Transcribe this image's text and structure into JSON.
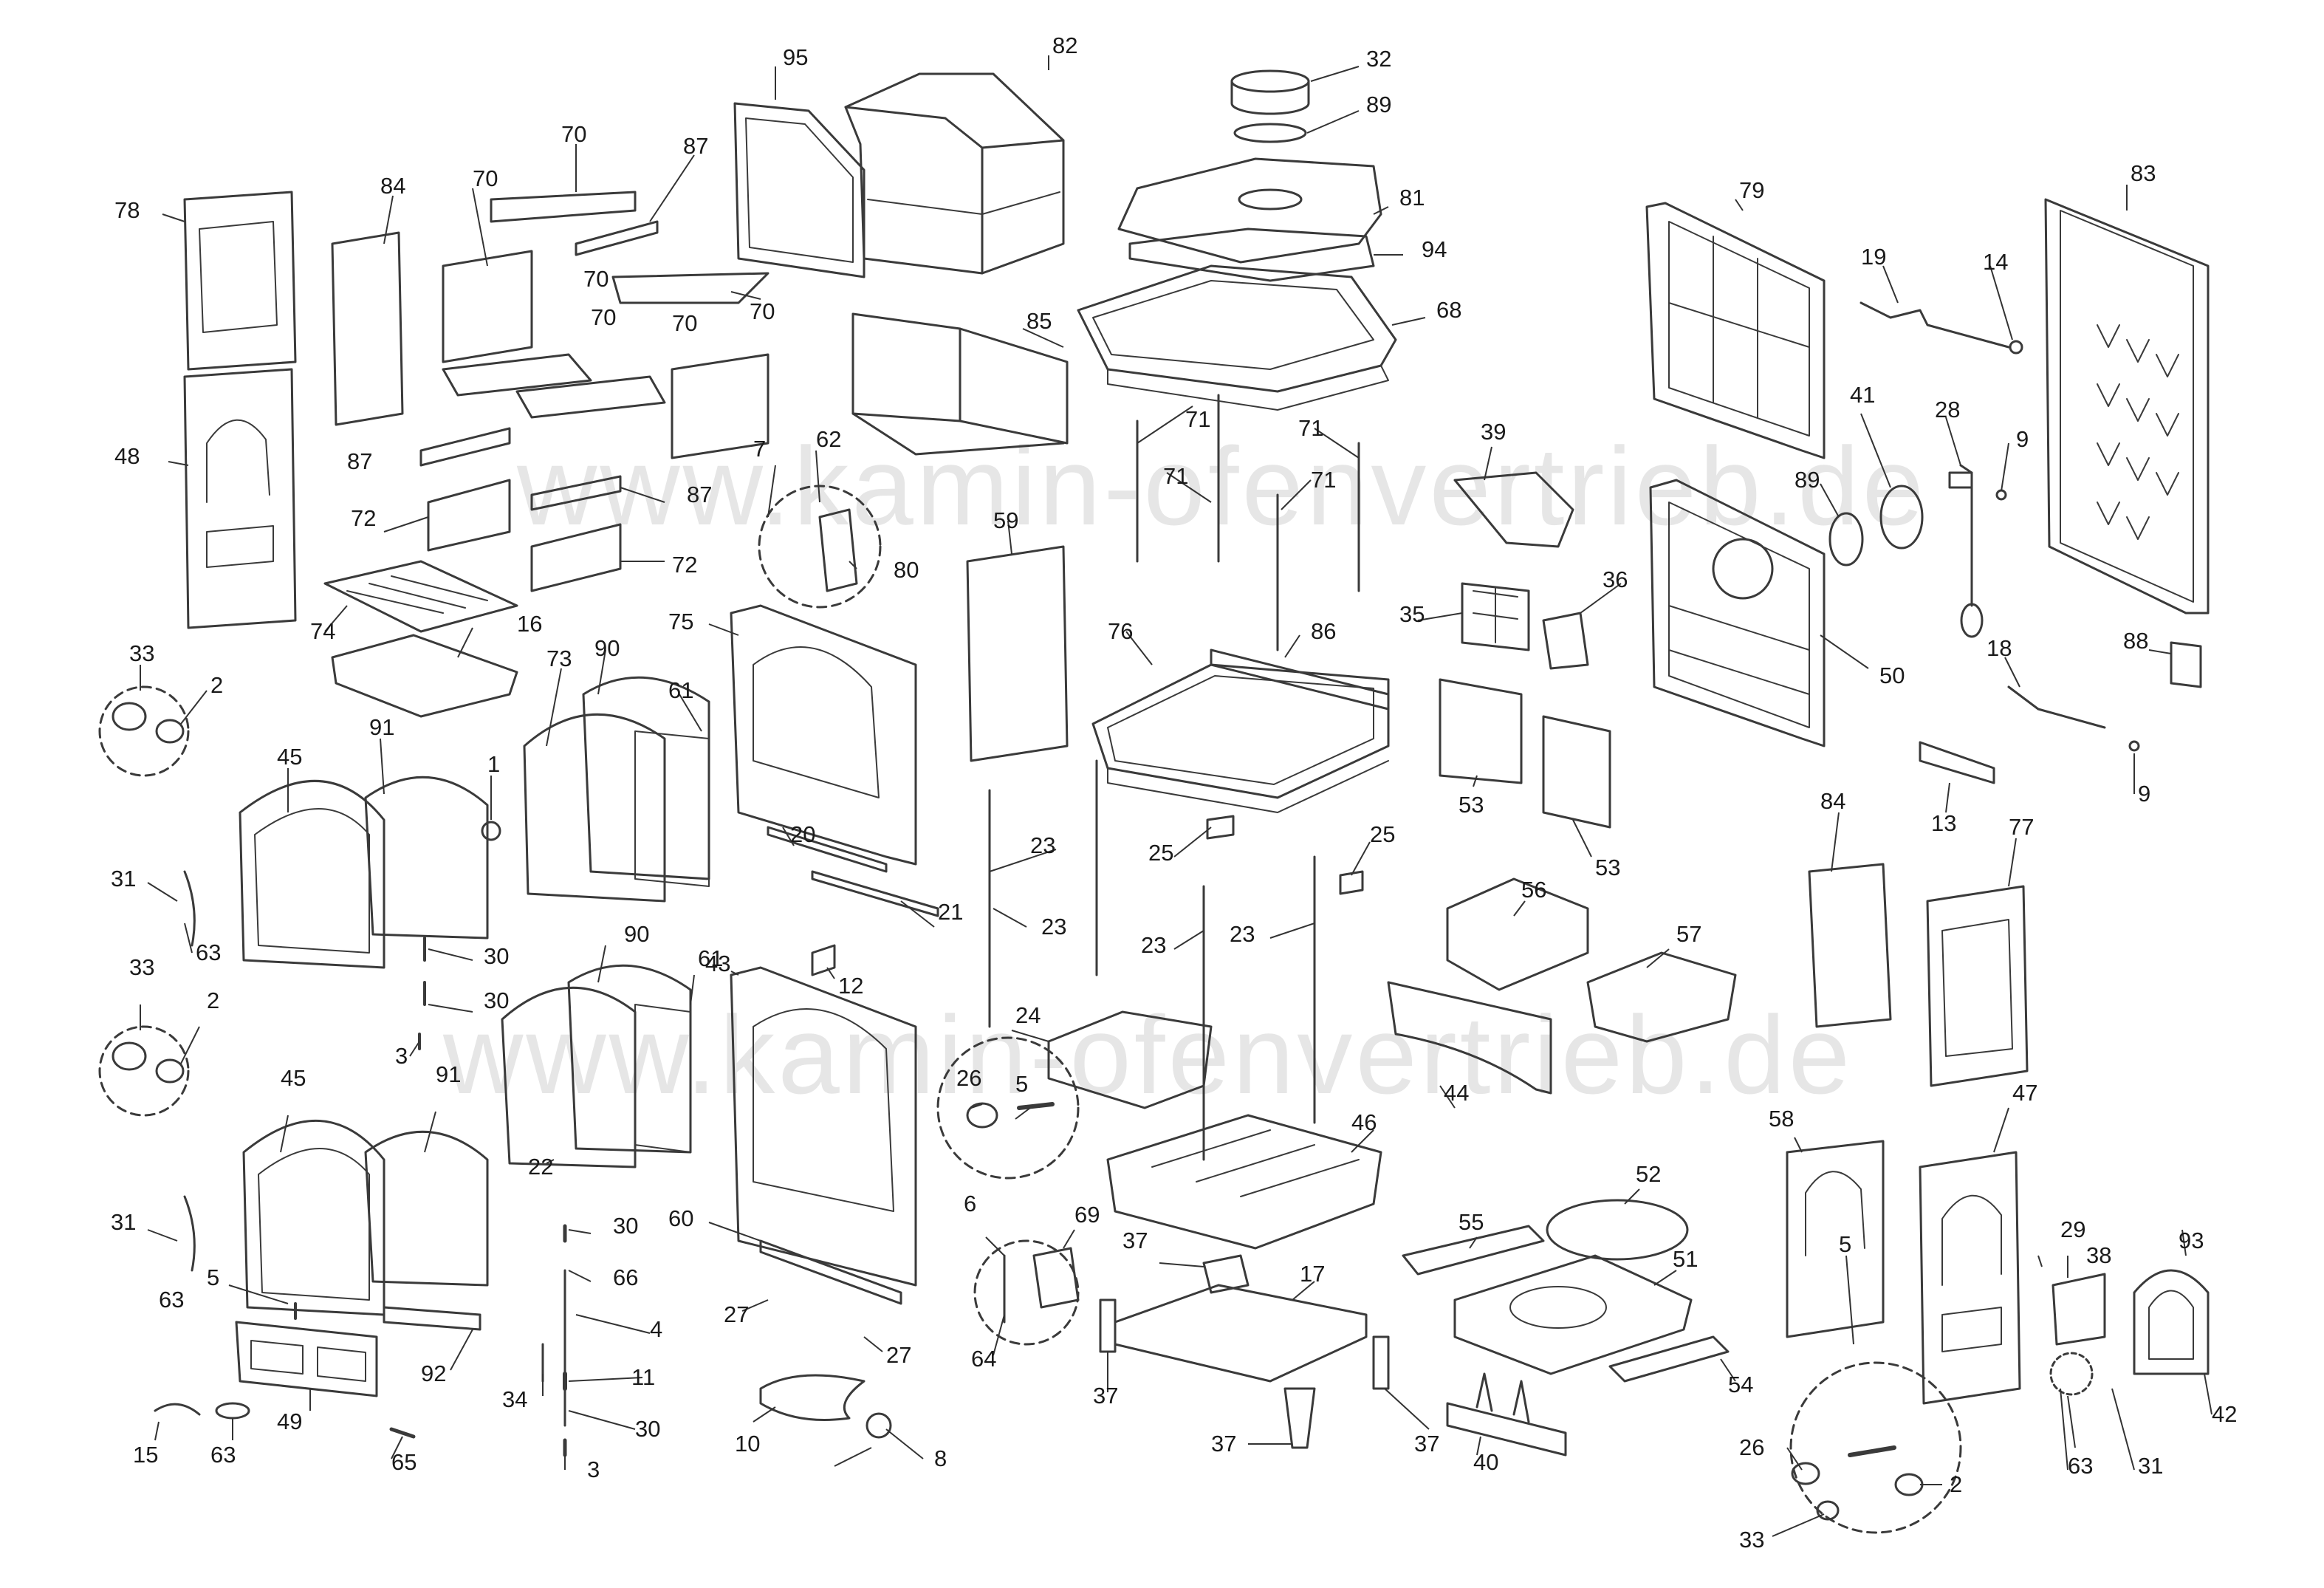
{
  "watermark": [
    "www.kamin-ofenvertrieb.de",
    "www.kamin-ofenvertrieb.de"
  ],
  "callouts": [
    {
      "id": "c-95",
      "text": "95"
    },
    {
      "id": "c-82",
      "text": "82"
    },
    {
      "id": "c-32",
      "text": "32"
    },
    {
      "id": "c-89a",
      "text": "89"
    },
    {
      "id": "c-81",
      "text": "81"
    },
    {
      "id": "c-94",
      "text": "94"
    },
    {
      "id": "c-68",
      "text": "68"
    },
    {
      "id": "c-79",
      "text": "79"
    },
    {
      "id": "c-83",
      "text": "83"
    },
    {
      "id": "c-19",
      "text": "19"
    },
    {
      "id": "c-14",
      "text": "14"
    },
    {
      "id": "c-78",
      "text": "78"
    },
    {
      "id": "c-84a",
      "text": "84"
    },
    {
      "id": "c-70a",
      "text": "70"
    },
    {
      "id": "c-70b",
      "text": "70"
    },
    {
      "id": "c-87a",
      "text": "87"
    },
    {
      "id": "c-70c",
      "text": "70"
    },
    {
      "id": "c-70d",
      "text": "70"
    },
    {
      "id": "c-70e",
      "text": "70"
    },
    {
      "id": "c-70f",
      "text": "70"
    },
    {
      "id": "c-85",
      "text": "85"
    },
    {
      "id": "c-48",
      "text": "48"
    },
    {
      "id": "c-87b",
      "text": "87"
    },
    {
      "id": "c-7",
      "text": "7"
    },
    {
      "id": "c-62",
      "text": "62"
    },
    {
      "id": "c-87c",
      "text": "87"
    },
    {
      "id": "c-72a",
      "text": "72"
    },
    {
      "id": "c-72b",
      "text": "72"
    },
    {
      "id": "c-80",
      "text": "80"
    },
    {
      "id": "c-71a",
      "text": "71"
    },
    {
      "id": "c-71b",
      "text": "71"
    },
    {
      "id": "c-71c",
      "text": "71"
    },
    {
      "id": "c-71d",
      "text": "71"
    },
    {
      "id": "c-59",
      "text": "59"
    },
    {
      "id": "c-39",
      "text": "39"
    },
    {
      "id": "c-41",
      "text": "41"
    },
    {
      "id": "c-28",
      "text": "28"
    },
    {
      "id": "c-9a",
      "text": "9"
    },
    {
      "id": "c-89b",
      "text": "89"
    },
    {
      "id": "c-74",
      "text": "74"
    },
    {
      "id": "c-16",
      "text": "16"
    },
    {
      "id": "c-75",
      "text": "75"
    },
    {
      "id": "c-76",
      "text": "76"
    },
    {
      "id": "c-86",
      "text": "86"
    },
    {
      "id": "c-35",
      "text": "35"
    },
    {
      "id": "c-36",
      "text": "36"
    },
    {
      "id": "c-50",
      "text": "50"
    },
    {
      "id": "c-18",
      "text": "18"
    },
    {
      "id": "c-88",
      "text": "88"
    },
    {
      "id": "c-33a",
      "text": "33"
    },
    {
      "id": "c-2a",
      "text": "2"
    },
    {
      "id": "c-90a",
      "text": "90"
    },
    {
      "id": "c-73",
      "text": "73"
    },
    {
      "id": "c-61a",
      "text": "61"
    },
    {
      "id": "c-91a",
      "text": "91"
    },
    {
      "id": "c-45a",
      "text": "45"
    },
    {
      "id": "c-1",
      "text": "1"
    },
    {
      "id": "c-9b",
      "text": "9"
    },
    {
      "id": "c-13",
      "text": "13"
    },
    {
      "id": "c-53a",
      "text": "53"
    },
    {
      "id": "c-53b",
      "text": "53"
    },
    {
      "id": "c-31a",
      "text": "31"
    },
    {
      "id": "c-20",
      "text": "20"
    },
    {
      "id": "c-21",
      "text": "21"
    },
    {
      "id": "c-23a",
      "text": "23"
    },
    {
      "id": "c-25a",
      "text": "25"
    },
    {
      "id": "c-25b",
      "text": "25"
    },
    {
      "id": "c-56",
      "text": "56"
    },
    {
      "id": "c-84b",
      "text": "84"
    },
    {
      "id": "c-77",
      "text": "77"
    },
    {
      "id": "c-63a",
      "text": "63"
    },
    {
      "id": "c-30a",
      "text": "30"
    },
    {
      "id": "c-23b",
      "text": "23"
    },
    {
      "id": "c-23c",
      "text": "23"
    },
    {
      "id": "c-23d",
      "text": "23"
    },
    {
      "id": "c-57",
      "text": "57"
    },
    {
      "id": "c-33b",
      "text": "33"
    },
    {
      "id": "c-90b",
      "text": "90"
    },
    {
      "id": "c-61b",
      "text": "61"
    },
    {
      "id": "c-43",
      "text": "43"
    },
    {
      "id": "c-12",
      "text": "12"
    },
    {
      "id": "c-2b",
      "text": "2"
    },
    {
      "id": "c-30b",
      "text": "30"
    },
    {
      "id": "c-24",
      "text": "24"
    },
    {
      "id": "c-3a",
      "text": "3"
    },
    {
      "id": "c-45b",
      "text": "45"
    },
    {
      "id": "c-91b",
      "text": "91"
    },
    {
      "id": "c-26a",
      "text": "26"
    },
    {
      "id": "c-5a",
      "text": "5"
    },
    {
      "id": "c-44",
      "text": "44"
    },
    {
      "id": "c-58",
      "text": "58"
    },
    {
      "id": "c-47",
      "text": "47"
    },
    {
      "id": "c-22",
      "text": "22"
    },
    {
      "id": "c-46",
      "text": "46"
    },
    {
      "id": "c-52",
      "text": "52"
    },
    {
      "id": "c-31b",
      "text": "31"
    },
    {
      "id": "c-30c",
      "text": "30"
    },
    {
      "id": "c-60",
      "text": "60"
    },
    {
      "id": "c-6",
      "text": "6"
    },
    {
      "id": "c-69",
      "text": "69"
    },
    {
      "id": "c-37a",
      "text": "37"
    },
    {
      "id": "c-17",
      "text": "17"
    },
    {
      "id": "c-55",
      "text": "55"
    },
    {
      "id": "c-51",
      "text": "51"
    },
    {
      "id": "c-29",
      "text": "29"
    },
    {
      "id": "c-38",
      "text": "38"
    },
    {
      "id": "c-93",
      "text": "93"
    },
    {
      "id": "c-63b",
      "text": "63"
    },
    {
      "id": "c-5b",
      "text": "5"
    },
    {
      "id": "c-66",
      "text": "66"
    },
    {
      "id": "c-4",
      "text": "4"
    },
    {
      "id": "c-27a",
      "text": "27"
    },
    {
      "id": "c-27b",
      "text": "27"
    },
    {
      "id": "c-92",
      "text": "92"
    },
    {
      "id": "c-34",
      "text": "34"
    },
    {
      "id": "c-11",
      "text": "11"
    },
    {
      "id": "c-64",
      "text": "64"
    },
    {
      "id": "c-37b",
      "text": "37"
    },
    {
      "id": "c-54",
      "text": "54"
    },
    {
      "id": "c-5c",
      "text": "5"
    },
    {
      "id": "c-42",
      "text": "42"
    },
    {
      "id": "c-15",
      "text": "15"
    },
    {
      "id": "c-63c",
      "text": "63"
    },
    {
      "id": "c-49",
      "text": "49"
    },
    {
      "id": "c-65",
      "text": "65"
    },
    {
      "id": "c-30d",
      "text": "30"
    },
    {
      "id": "c-10",
      "text": "10"
    },
    {
      "id": "c-8",
      "text": "8"
    },
    {
      "id": "c-37c",
      "text": "37"
    },
    {
      "id": "c-37d",
      "text": "37"
    },
    {
      "id": "c-40",
      "text": "40"
    },
    {
      "id": "c-26b",
      "text": "26"
    },
    {
      "id": "c-2c",
      "text": "2"
    },
    {
      "id": "c-3b",
      "text": "3"
    },
    {
      "id": "c-33c",
      "text": "33"
    },
    {
      "id": "c-63d",
      "text": "63"
    },
    {
      "id": "c-31c",
      "text": "31"
    }
  ]
}
